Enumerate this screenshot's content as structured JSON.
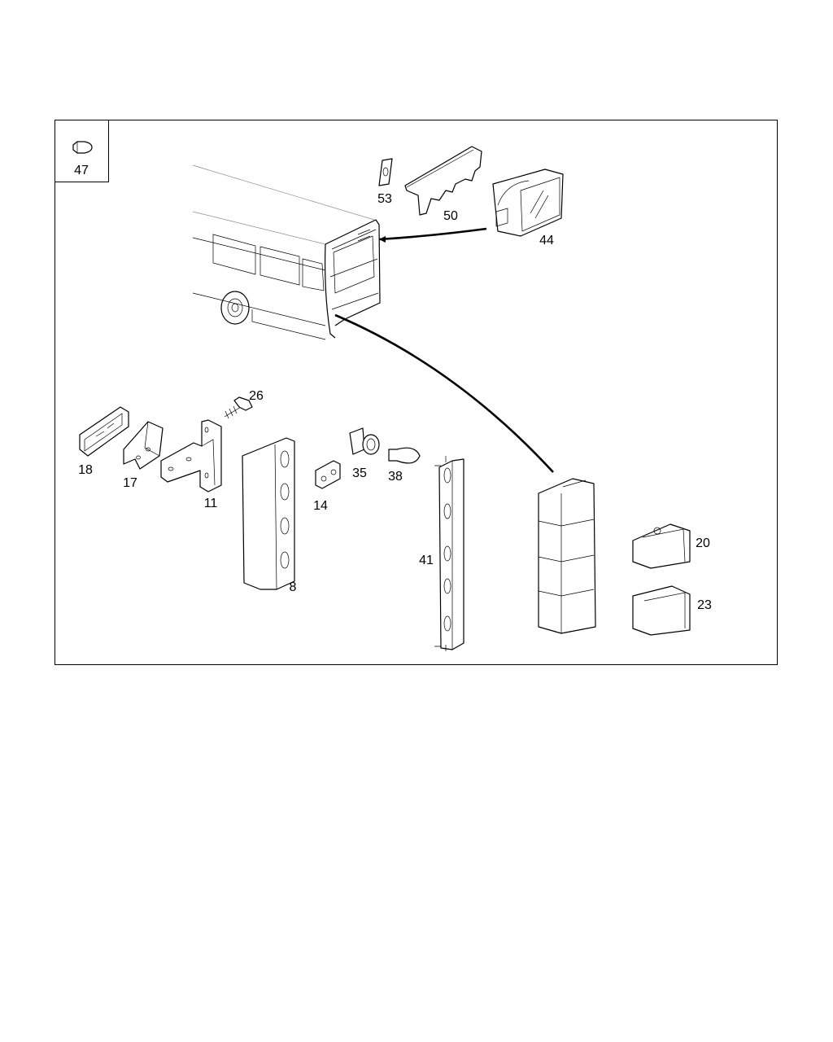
{
  "diagram": {
    "legend_label": "47",
    "parts": [
      {
        "id": "53",
        "name": "bracket-plate"
      },
      {
        "id": "50",
        "name": "mounting-bracket"
      },
      {
        "id": "44",
        "name": "marker-lamp"
      },
      {
        "id": "26",
        "name": "wing-screw"
      },
      {
        "id": "18",
        "name": "channel-bracket"
      },
      {
        "id": "17",
        "name": "support-bracket"
      },
      {
        "id": "11",
        "name": "angle-bracket"
      },
      {
        "id": "8",
        "name": "cover-plate"
      },
      {
        "id": "14",
        "name": "clip-plate"
      },
      {
        "id": "35",
        "name": "bulb-socket"
      },
      {
        "id": "38",
        "name": "bulb"
      },
      {
        "id": "41",
        "name": "lamp-carrier-plate"
      },
      {
        "id": "20",
        "name": "lens-20"
      },
      {
        "id": "23",
        "name": "lens-23"
      }
    ],
    "stroke_color": "#000000",
    "background_color": "#ffffff"
  }
}
